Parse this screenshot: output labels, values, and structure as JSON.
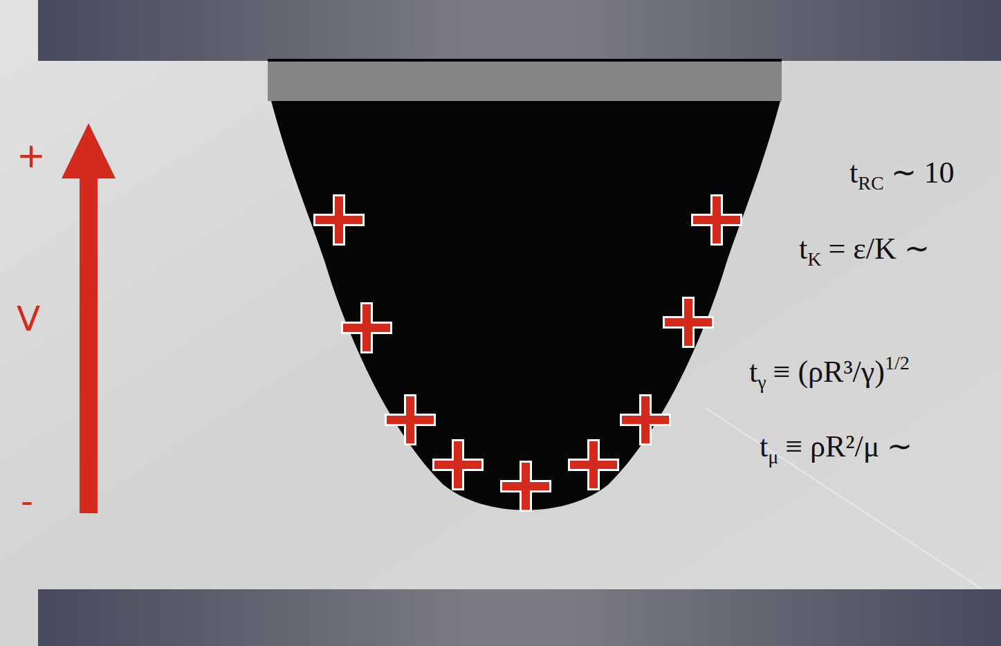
{
  "diagram": {
    "labels": [
      "+",
      "V",
      "-",
      "t",
      "RC",
      "∼ 10",
      "t",
      "K",
      "= ε/K ∼",
      "t",
      "γ",
      "≡ (ρR³/γ)",
      "1/2",
      "t",
      "μ",
      "≡ ρR²/μ ∼"
    ]
  }
}
